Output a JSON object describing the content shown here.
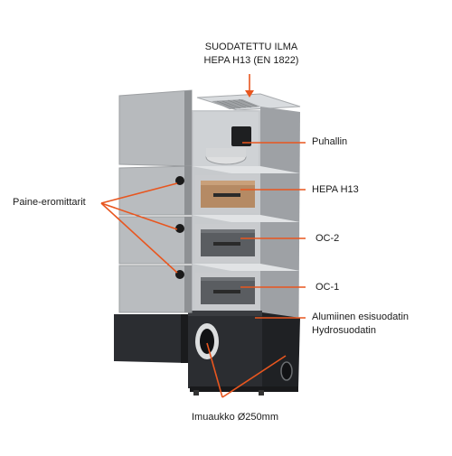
{
  "labels": {
    "top_line1": "SUODATETTU ILMA",
    "top_line2": "HEPA H13 (EN 1822)",
    "fan": "Puhallin",
    "hepa": "HEPA H13",
    "oc2": "OC-2",
    "oc1": "OC-1",
    "prefilter_line1": "Alumiinen esisuodatin",
    "prefilter_line2": "Hydrosuodatin",
    "gauges": "Paine-eromittarit",
    "inlet": "Imuaukko Ø250mm"
  },
  "colors": {
    "leader": "#e8561f",
    "text": "#1a1a1a",
    "panel": "#b9bcbf",
    "cabinet_dark": "#2b2d31",
    "hepa_filter": "#b58a64",
    "carbon_filter": "#5a5d61"
  }
}
